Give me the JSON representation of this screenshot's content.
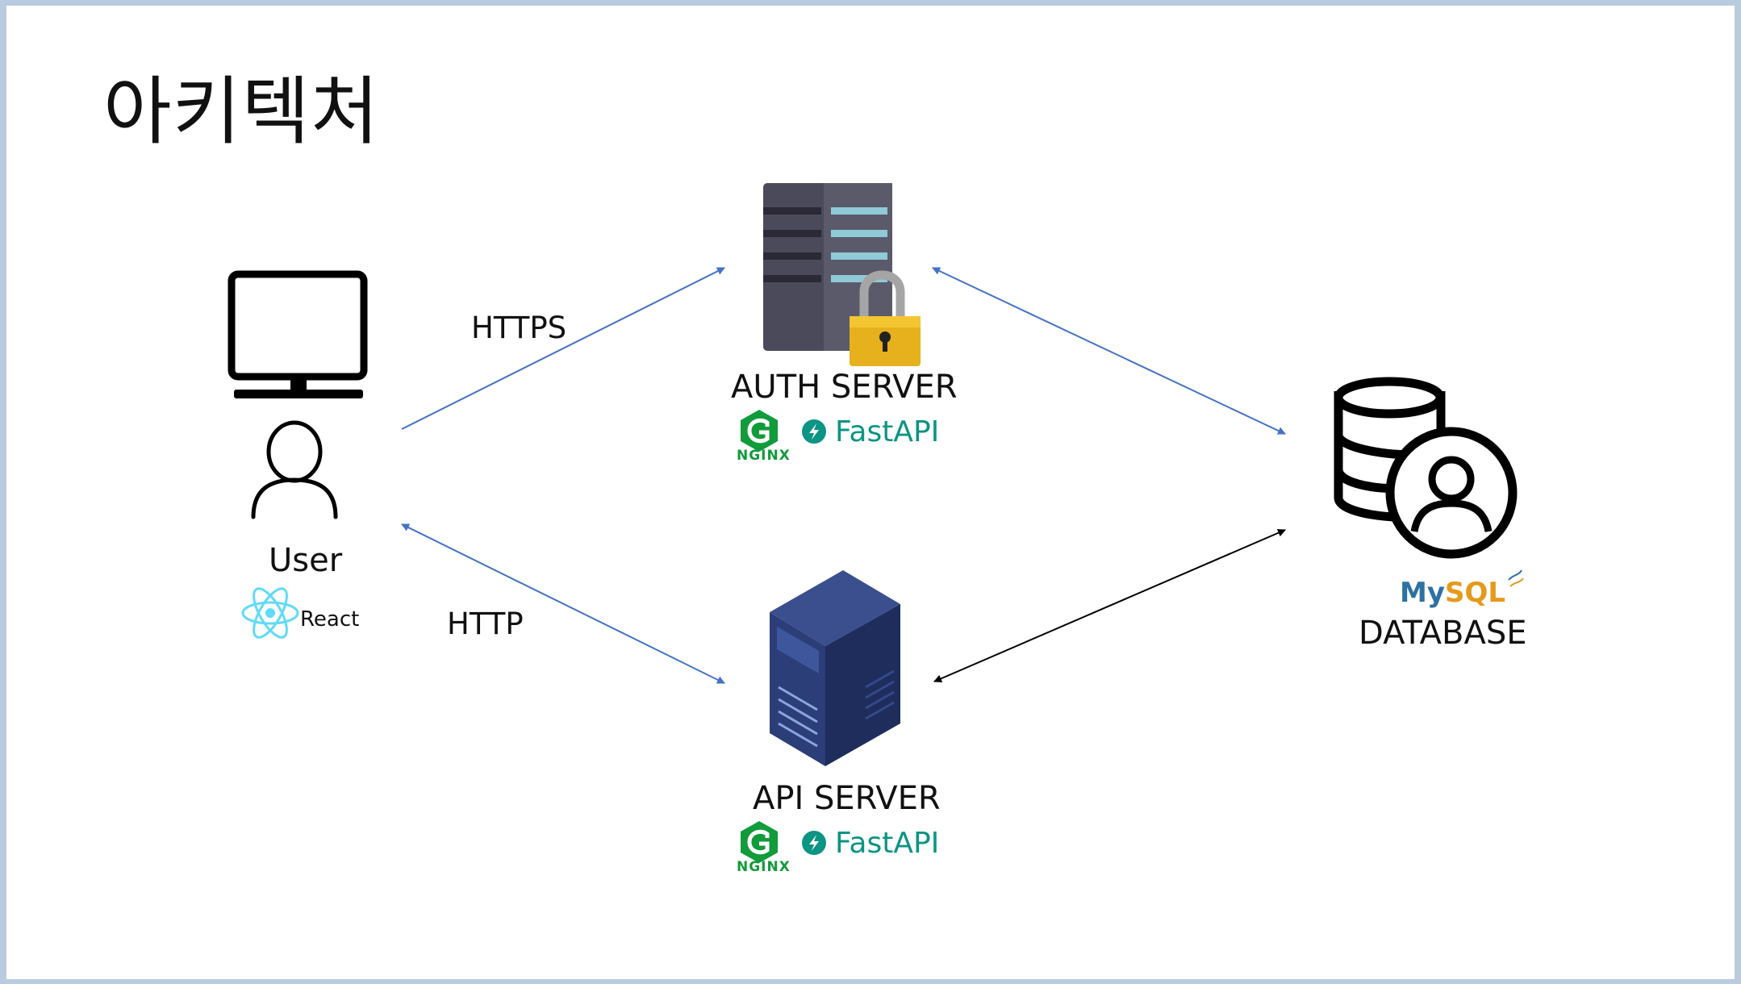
{
  "slide": {
    "title": "아키텍처"
  },
  "nodes": {
    "user": {
      "label": "User",
      "tech": "React"
    },
    "auth_server": {
      "label": "AUTH SERVER",
      "tech": [
        "NGINX",
        "FastAPI"
      ]
    },
    "api_server": {
      "label": "API SERVER",
      "tech": [
        "NGINX",
        "FastAPI"
      ]
    },
    "database": {
      "label": "DATABASE",
      "tech": "MySQL"
    }
  },
  "edges": {
    "user_to_auth": {
      "label": "HTTPS",
      "color": "#4472c4"
    },
    "user_api": {
      "label": "HTTP",
      "color": "#4472c4"
    },
    "auth_db": {
      "color": "#4472c4"
    },
    "api_db": {
      "color": "#000000"
    }
  },
  "brand": {
    "nginx": "NGINX",
    "fastapi": "FastAPI",
    "mysql_my": "My",
    "mysql_sql": "SQL",
    "react": "React"
  }
}
